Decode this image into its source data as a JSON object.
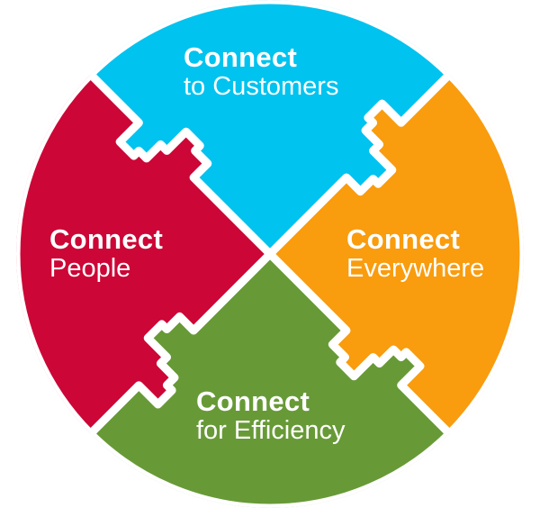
{
  "pieces": [
    {
      "id": "customers",
      "bold": "Connect",
      "light": "to Customers",
      "color": "#00c3ef"
    },
    {
      "id": "everywhere",
      "bold": "Connect",
      "light": "Everywhere",
      "color": "#f99c0d"
    },
    {
      "id": "efficiency",
      "bold": "Connect",
      "light": "for Efficiency",
      "color": "#679a36"
    },
    {
      "id": "people",
      "bold": "Connect",
      "light": "People",
      "color": "#cc0636"
    }
  ]
}
